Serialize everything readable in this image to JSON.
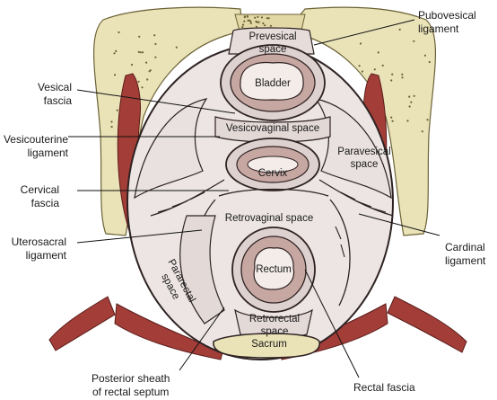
{
  "colors": {
    "bone": "#ebe3b8",
    "bone_shadow": "#cfc48f",
    "bone_dots": "#6b6236",
    "muscle": "#a33d38",
    "muscle_light": "#c45a52",
    "fascia_fill": "#ddd2d0",
    "fascia_stroke": "#2e2222",
    "space_fill": "#ece5e4",
    "organ_ring": "#c7a7a2",
    "lumen": "#f3ece9",
    "background": "#ffffff"
  },
  "labels": {
    "pubovesical_ligament": [
      "Pubovesical",
      "ligament"
    ],
    "vesical_fascia": [
      "Vesical",
      "fascia"
    ],
    "vesicouterine_ligament": [
      "Vesicouterine",
      "ligament"
    ],
    "cervical_fascia": [
      "Cervical",
      "fascia"
    ],
    "uterosacral_ligament": [
      "Uterosacral",
      "ligament"
    ],
    "cardinal_ligament": [
      "Cardinal",
      "ligament"
    ],
    "posterior_sheath": [
      "Posterior sheath",
      "of rectal septum"
    ],
    "rectal_fascia": "Rectal fascia"
  },
  "structures": {
    "prevesical_space": [
      "Prevesical",
      "space"
    ],
    "bladder": "Bladder",
    "vesicovaginal_space": "Vesicovaginal space",
    "cervix": "Cervix",
    "paravesical_space": [
      "Paravesical",
      "space"
    ],
    "retrovaginal_space": "Retrovaginal space",
    "pararectal_space": [
      "Pararectal",
      "space"
    ],
    "rectum": "Rectum",
    "retrorectal_space": [
      "Retrorectal",
      "space"
    ],
    "sacrum": "Sacrum"
  }
}
